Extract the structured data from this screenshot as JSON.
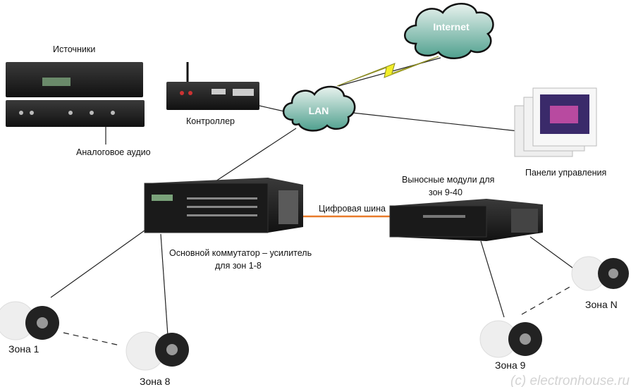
{
  "labels": {
    "sources": "Источники",
    "controller": "Контроллер",
    "analog_audio": "Аналоговое аудио",
    "main_switch_line1": "Основной коммутатор – усилитель",
    "main_switch_line2": "для зон 1-8",
    "digital_bus": "Цифровая шина",
    "remote_modules_line1": "Выносные модули для",
    "remote_modules_line2": "зон 9-40",
    "control_panels": "Панели управления",
    "internet": "Internet",
    "lan": "LAN"
  },
  "zones": {
    "zone1": "Зона 1",
    "zone8": "Зона 8",
    "zone9": "Зона 9",
    "zoneN": "Зона N"
  },
  "watermark": "(c) electronhouse.ru",
  "colors": {
    "cloud": "#5fae9c",
    "bus": "#e87a2a",
    "lightning": "#f2ee2a",
    "device": "#1e1e1e"
  }
}
